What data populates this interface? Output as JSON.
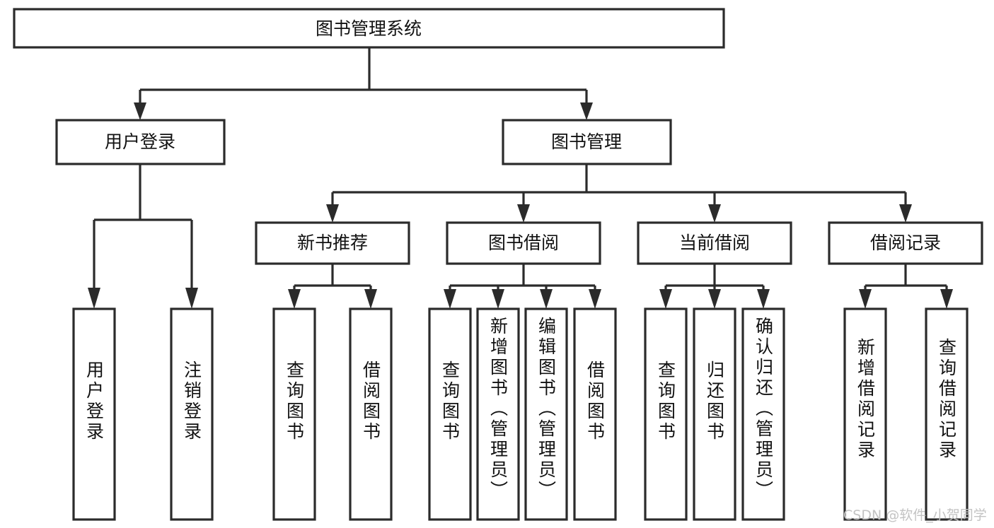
{
  "diagram": {
    "type": "tree-hierarchy",
    "title_node": {
      "label": "图书管理系统"
    },
    "level1": [
      {
        "label": "用户登录"
      },
      {
        "label": "图书管理"
      }
    ],
    "level2": [
      {
        "label": "新书推荐"
      },
      {
        "label": "图书借阅"
      },
      {
        "label": "当前借阅"
      },
      {
        "label": "借阅记录"
      }
    ],
    "leaves": {
      "user_login": [
        {
          "label": "用户登录"
        },
        {
          "label": "注销登录"
        }
      ],
      "new_book": [
        {
          "label": "查询图书"
        },
        {
          "label": "借阅图书"
        }
      ],
      "book_borrow": [
        {
          "label": "查询图书"
        },
        {
          "label": "新增图书（管理员）"
        },
        {
          "label": "编辑图书（管理员）"
        },
        {
          "label": "借阅图书"
        }
      ],
      "current_borrow": [
        {
          "label": "查询图书"
        },
        {
          "label": "归还图书"
        },
        {
          "label": "确认归还（管理员）"
        }
      ],
      "borrow_record": [
        {
          "label": "新增借阅记录"
        },
        {
          "label": "查询借阅记录"
        }
      ]
    }
  },
  "watermark": {
    "text": "CSDN @软件_小贺同学"
  },
  "colors": {
    "stroke": "#2b2b2b",
    "fill": "#ffffff",
    "text": "#111111",
    "watermark": "#c3c3c3"
  }
}
